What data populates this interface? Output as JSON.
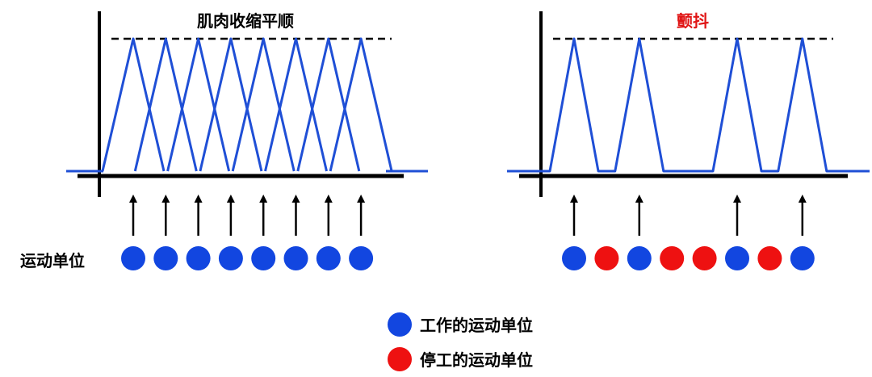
{
  "colors": {
    "active": "#1246e0",
    "stopped": "#ee1111",
    "wave": "#1f4fd6",
    "axis": "#000000",
    "title_left": "#000000",
    "title_right": "#e01515"
  },
  "left_panel": {
    "title": "肌肉收缩平顺",
    "row_label": "运动单位",
    "units": [
      "active",
      "active",
      "active",
      "active",
      "active",
      "active",
      "active",
      "active"
    ]
  },
  "right_panel": {
    "title": "颤抖",
    "units": [
      "active",
      "stopped",
      "active",
      "stopped",
      "stopped",
      "active",
      "stopped",
      "active"
    ]
  },
  "legend": {
    "items": [
      {
        "color_key": "active",
        "label": "工作的运动单位"
      },
      {
        "color_key": "stopped",
        "label": "停工的运动单位"
      }
    ]
  }
}
